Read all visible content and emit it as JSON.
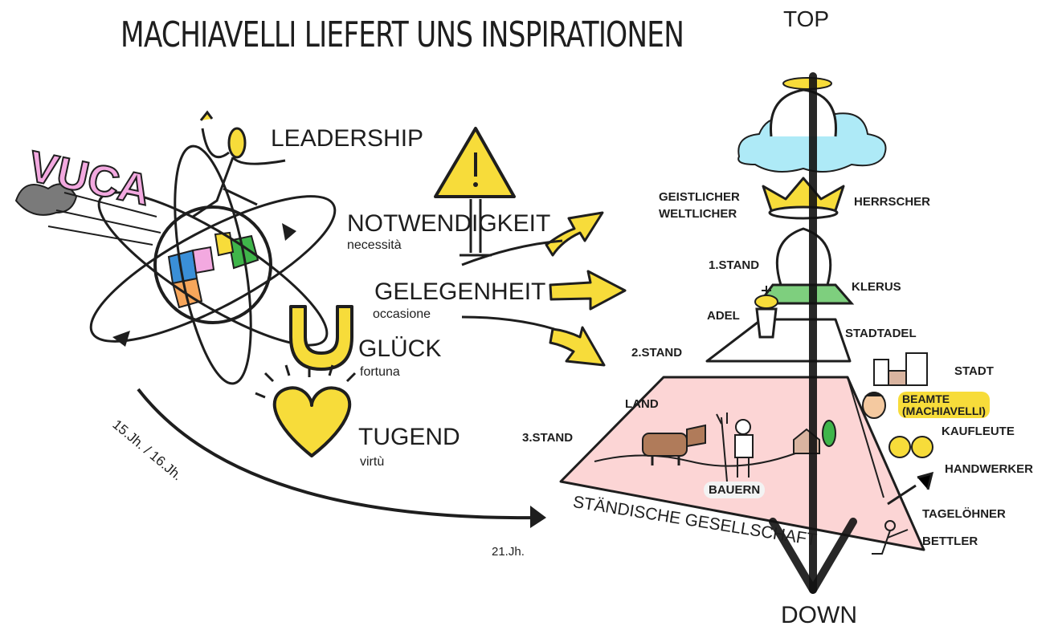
{
  "title": "MACHIAVELLI LIEFERT UNS INSPIRATIONEN",
  "vuca": "VUCA",
  "leadership": "LEADERSHIP",
  "concepts": [
    {
      "label": "NOTWENDIGKEIT",
      "sub": "necessità"
    },
    {
      "label": "GELEGENHEIT",
      "sub": "occasione"
    },
    {
      "label": "GLÜCK",
      "sub": "fortuna"
    },
    {
      "label": "TUGEND",
      "sub": "virtù"
    }
  ],
  "timeline": {
    "start": "15.Jh. / 16.Jh.",
    "end": "21.Jh."
  },
  "axis": {
    "top": "TOP",
    "bottom": "DOWN"
  },
  "pyramid": {
    "caption": "STÄNDISCHE GESELLSCHAFT",
    "geistlicher": "GEISTLICHER",
    "weltlicher": "WELTLICHER",
    "herrscher": "HERRSCHER",
    "stand1": "1.STAND",
    "klerus": "KLERUS",
    "adel": "ADEL",
    "stadtadel": "STADTADEL",
    "stand2": "2.STAND",
    "stadt": "STADT",
    "land": "LAND",
    "beamte": "BEAMTE",
    "machiavelli": "(MACHIAVELLI)",
    "kaufleute": "KAUFLEUTE",
    "stand3": "3.STAND",
    "handwerker": "HANDWERKER",
    "bauern": "BAUERN",
    "tageloehner": "TAGELÖHNER",
    "bettler": "BETTLER"
  },
  "colors": {
    "accent_yellow": "#f7dc3a",
    "pyramid_base": "#fcd5d5",
    "cloud": "#aeeaf7",
    "hat_green": "#7ecf7e"
  }
}
